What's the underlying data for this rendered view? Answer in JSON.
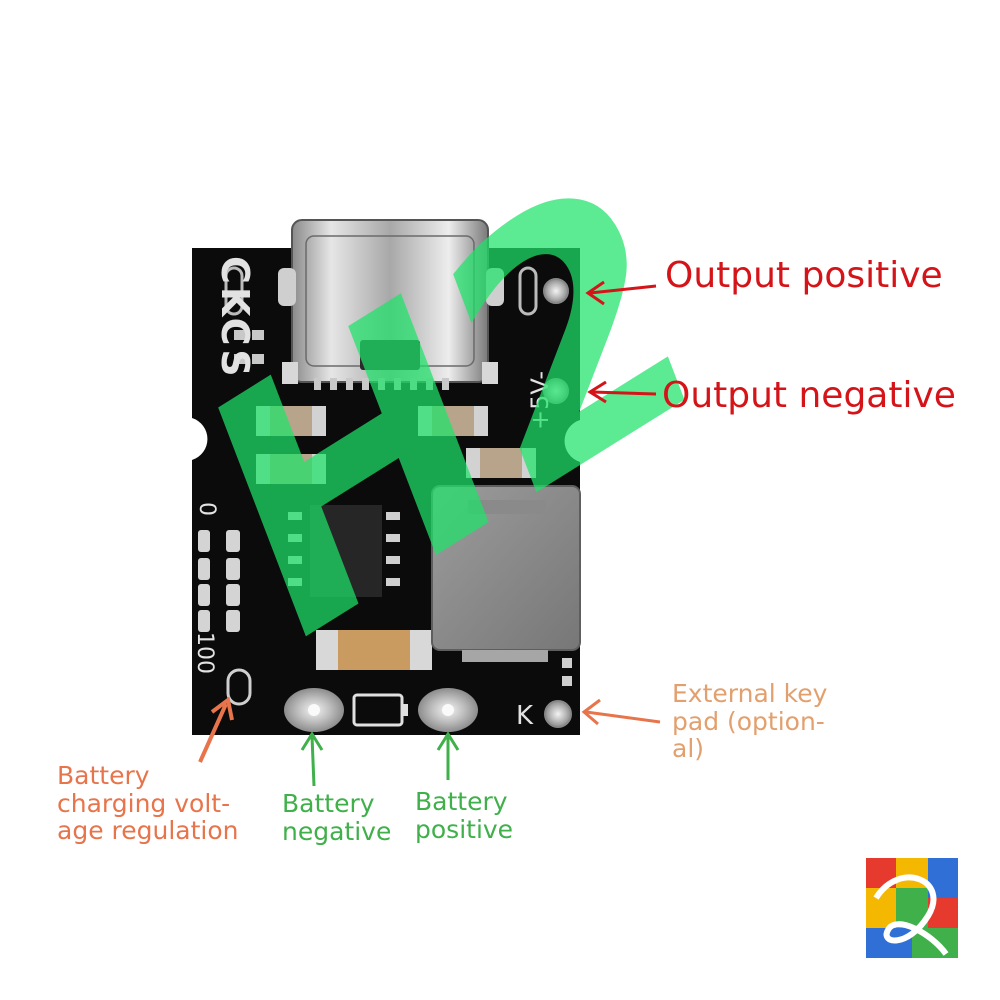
{
  "colors": {
    "board": "#0b0b0b",
    "label_red": "#d41418",
    "label_orange": "#e8744b",
    "label_green": "#3fb04a",
    "label_tan": "#e2a06e",
    "watermark": "#1de36a"
  },
  "board": {
    "brand": "CKCS",
    "voltage_mark": "+5V-",
    "scale_low": "0",
    "scale_high": "100",
    "key_mark": "K"
  },
  "callouts": {
    "output_positive": "Output positive",
    "output_negative": "Output negative",
    "external_key": "External key\npad (option-\nal)",
    "charging_regulation": "Battery\ncharging volt-\nage regulation",
    "battery_negative": "Battery\nnegative",
    "battery_positive": "Battery\npositive"
  },
  "watermark_text": "H2",
  "icons": [
    "battery-icon",
    "usb-c-connector",
    "inductor",
    "ic-chip",
    "capacitor",
    "logo-mark"
  ]
}
